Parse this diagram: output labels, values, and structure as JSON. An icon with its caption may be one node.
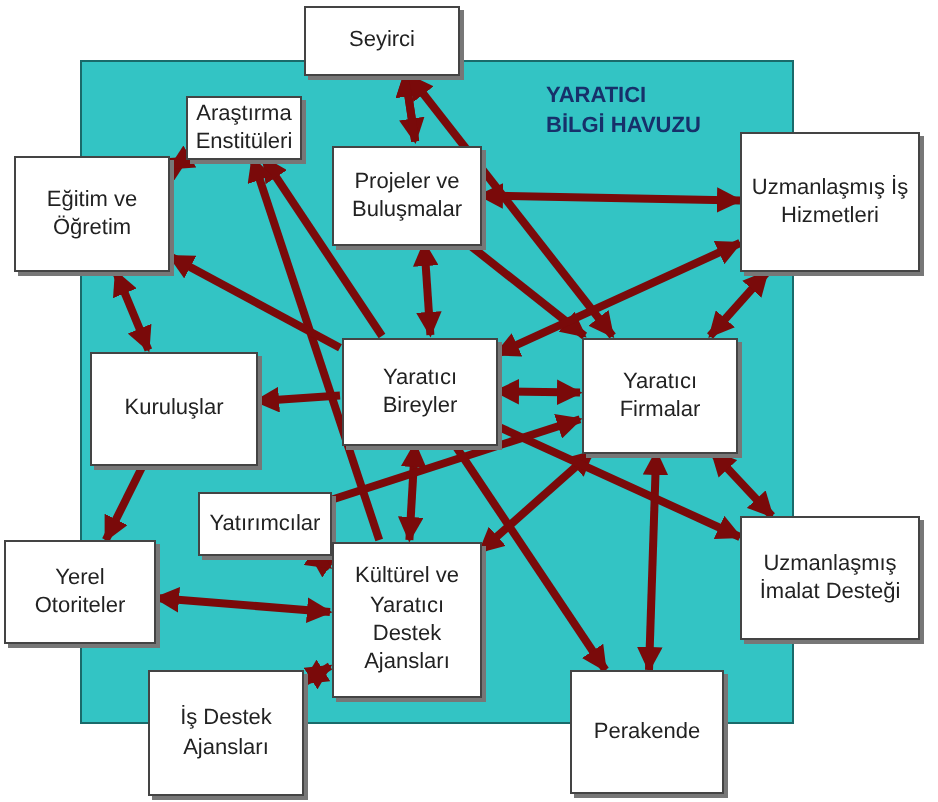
{
  "diagram": {
    "nodes": [
      {
        "text": [
          "YARATICI BİLGİ HAVUZU"
        ]
      },
      {
        "text": [
          "Seyirci"
        ]
      },
      {
        "text": [
          "Araştırma Enstitüleri"
        ],
        "in": 0
      },
      {
        "text": [
          "Eğitim ve Öğretim"
        ]
      },
      {
        "text": [
          "Projeler ve Buluşmalar"
        ],
        "in": 0
      },
      {
        "text": [
          "Uzmanlaşmış İş Hizmetleri"
        ]
      },
      {
        "text": [
          "Kuruluşlar"
        ],
        "in": 0
      },
      {
        "text": [
          "Yaratıcı Bireyler"
        ],
        "in": 0
      },
      {
        "text": [
          "Yaratıcı Firmalar"
        ],
        "in": 0
      },
      {
        "text": [
          "Yatırımcılar"
        ],
        "in": 0
      },
      {
        "text": [
          "Yerel Otoriteler"
        ]
      },
      {
        "text": [
          "Kültürel ve Yaratıcı Destek Ajansları"
        ],
        "in": 0
      },
      {
        "text": [
          "Uzmanlaşmış İmalat Desteği"
        ]
      },
      {
        "text": [
          "İş Destek Ajansları"
        ]
      },
      {
        "text": [
          "Perakende"
        ]
      }
    ],
    "edges": [
      {
        "from": 1,
        "to": 4,
        "arrow": "both"
      },
      {
        "from": 4,
        "to": 1,
        "arrow": "to"
      },
      {
        "from": 1,
        "to": 8,
        "arrow": "both"
      },
      {
        "from": 2,
        "to": 3,
        "arrow": "both"
      },
      {
        "from": 7,
        "to": 2,
        "arrow": "to"
      },
      {
        "from": 11,
        "to": 2,
        "arrow": "to"
      },
      {
        "from": 7,
        "to": 3,
        "arrow": "to"
      },
      {
        "from": 3,
        "to": 6,
        "arrow": "both"
      },
      {
        "from": 4,
        "to": 7,
        "arrow": "both"
      },
      {
        "from": 4,
        "to": 5,
        "arrow": "both"
      },
      {
        "from": 4,
        "to": 8,
        "arrow": "to"
      },
      {
        "from": 5,
        "to": 7,
        "arrow": "both"
      },
      {
        "from": 5,
        "to": 8,
        "arrow": "both"
      },
      {
        "from": 7,
        "to": 8,
        "arrow": "both"
      },
      {
        "from": 7,
        "to": 6,
        "arrow": "to"
      },
      {
        "from": 6,
        "to": 10,
        "arrow": "to"
      },
      {
        "from": 10,
        "to": 11,
        "arrow": "both"
      },
      {
        "from": 13,
        "to": 11,
        "arrow": "both"
      },
      {
        "from": 9,
        "to": 11,
        "arrow": "both"
      },
      {
        "from": 7,
        "to": 11,
        "arrow": "both"
      },
      {
        "from": 11,
        "to": 8,
        "arrow": "both"
      },
      {
        "from": 9,
        "to": 8,
        "arrow": "to"
      },
      {
        "from": 7,
        "to": 14,
        "arrow": "to"
      },
      {
        "from": 8,
        "to": 14,
        "arrow": "both"
      },
      {
        "from": 8,
        "to": 12,
        "arrow": "both"
      },
      {
        "from": 7,
        "to": 12,
        "arrow": "to"
      }
    ]
  }
}
